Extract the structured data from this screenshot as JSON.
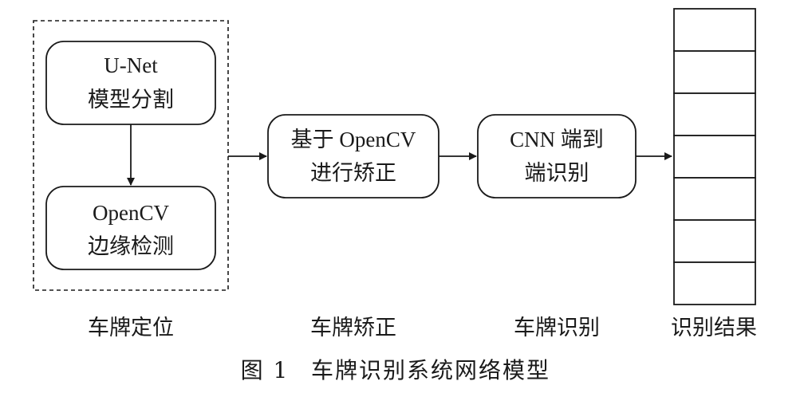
{
  "nodes": {
    "unet": {
      "line1": "U-Net",
      "line2": "模型分割"
    },
    "edge": {
      "line1": "OpenCV",
      "line2": "边缘检测"
    },
    "correct": {
      "line1": "基于 OpenCV",
      "line2": "进行矫正"
    },
    "cnn": {
      "line1": "CNN 端到",
      "line2": "端识别"
    }
  },
  "stages": {
    "locate": "车牌定位",
    "correct": "车牌矫正",
    "recognize": "车牌识别",
    "result": "识别结果"
  },
  "caption": {
    "figure": "图 1",
    "title": "车牌识别系统网络模型"
  },
  "result_grid": {
    "rows": 7
  }
}
